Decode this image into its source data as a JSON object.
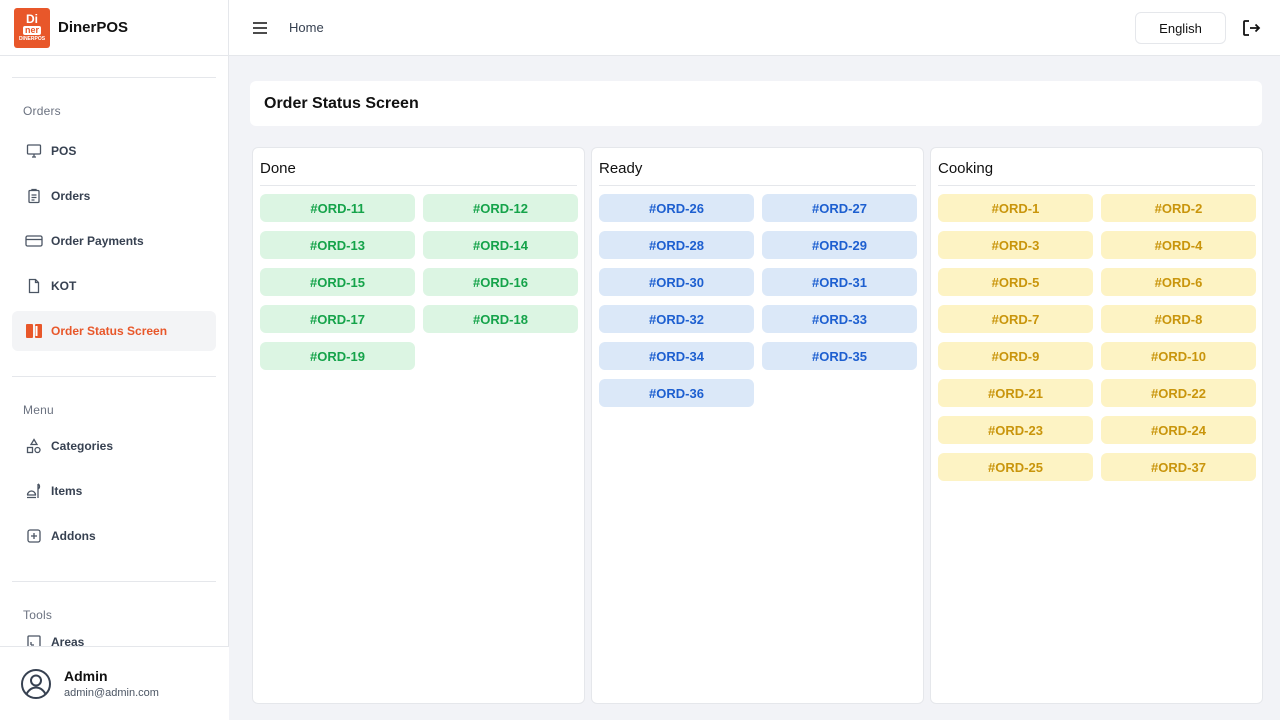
{
  "brand": {
    "name": "DinerPOS",
    "logo_top": "Di",
    "logo_mid": "ner",
    "logo_bottom": "DINERPOS"
  },
  "header": {
    "breadcrumb": "Home",
    "language": "English"
  },
  "sidebar": {
    "sections": [
      {
        "label": "Orders",
        "items": [
          {
            "label": "POS",
            "icon": "monitor-icon"
          },
          {
            "label": "Orders",
            "icon": "clipboard-icon"
          },
          {
            "label": "Order Payments",
            "icon": "credit-card-icon"
          },
          {
            "label": "KOT",
            "icon": "file-icon"
          },
          {
            "label": "Order Status Screen",
            "icon": "columns-icon",
            "active": true
          }
        ]
      },
      {
        "label": "Menu",
        "items": [
          {
            "label": "Categories",
            "icon": "shapes-icon"
          },
          {
            "label": "Items",
            "icon": "food-icon"
          },
          {
            "label": "Addons",
            "icon": "plus-square-icon"
          }
        ]
      },
      {
        "label": "Tools",
        "items": [
          {
            "label": "Areas",
            "icon": "area-icon"
          }
        ]
      }
    ]
  },
  "user": {
    "name": "Admin",
    "email": "admin@admin.com"
  },
  "page": {
    "title": "Order Status Screen"
  },
  "columns": [
    {
      "title": "Done",
      "status": "done",
      "orders": [
        "#ORD-11",
        "#ORD-12",
        "#ORD-13",
        "#ORD-14",
        "#ORD-15",
        "#ORD-16",
        "#ORD-17",
        "#ORD-18",
        "#ORD-19"
      ]
    },
    {
      "title": "Ready",
      "status": "ready",
      "orders": [
        "#ORD-26",
        "#ORD-27",
        "#ORD-28",
        "#ORD-29",
        "#ORD-30",
        "#ORD-31",
        "#ORD-32",
        "#ORD-33",
        "#ORD-34",
        "#ORD-35",
        "#ORD-36"
      ]
    },
    {
      "title": "Cooking",
      "status": "cooking",
      "orders": [
        "#ORD-1",
        "#ORD-2",
        "#ORD-3",
        "#ORD-4",
        "#ORD-5",
        "#ORD-6",
        "#ORD-7",
        "#ORD-8",
        "#ORD-9",
        "#ORD-10",
        "#ORD-21",
        "#ORD-22",
        "#ORD-23",
        "#ORD-24",
        "#ORD-25",
        "#ORD-37"
      ]
    }
  ],
  "colors": {
    "accent": "#e8572a",
    "done": "#15a34a",
    "ready": "#1d5fd0",
    "cooking": "#c9950c"
  }
}
